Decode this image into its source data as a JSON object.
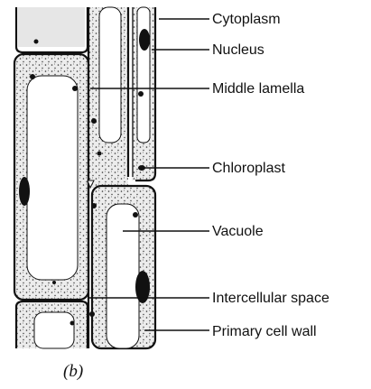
{
  "figure": {
    "labels": {
      "cytoplasm": "Cytoplasm",
      "nucleus": "Nucleus",
      "middle_lamella": "Middle lamella",
      "chloroplast": "Chloroplast",
      "vacuole": "Vacuole",
      "intercellular_space": "Intercellular space",
      "primary_cell_wall": "Primary cell wall"
    },
    "caption": "(b)"
  }
}
